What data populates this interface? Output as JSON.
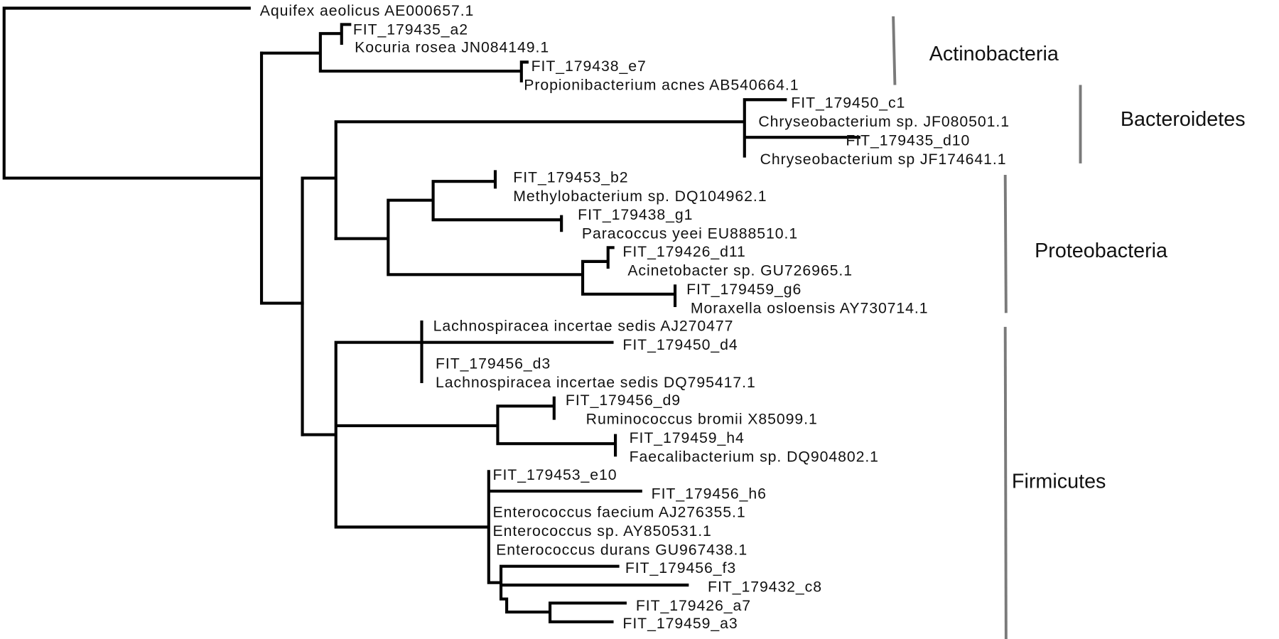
{
  "leaves": [
    "Aquifex aeolicus AE000657.1",
    "FIT_179435_a2",
    "Kocuria rosea JN084149.1",
    "FIT_179438_e7",
    "Propionibacterium acnes AB540664.1",
    "FIT_179450_c1",
    "Chryseobacterium sp. JF080501.1",
    "FIT_179435_d10",
    "Chryseobacterium sp JF174641.1",
    "FIT_179453_b2",
    "Methylobacterium sp. DQ104962.1",
    "FIT_179438_g1",
    "Paracoccus yeei EU888510.1",
    "FIT_179426_d11",
    "Acinetobacter sp. GU726965.1",
    "FIT_179459_g6",
    "Moraxella osloensis AY730714.1",
    "Lachnospiracea incertae sedis AJ270477",
    "FIT_179450_d4",
    "FIT_179456_d3",
    "Lachnospiracea incertae sedis DQ795417.1",
    "FIT_179456_d9",
    "Ruminococcus bromii X85099.1",
    "FIT_179459_h4",
    "Faecalibacterium sp. DQ904802.1",
    "FIT_179453_e10",
    "FIT_179456_h6",
    "Enterococcus faecium AJ276355.1",
    "Enterococcus sp. AY850531.1",
    "Enterococcus durans GU967438.1",
    "FIT_179456_f3",
    "FIT_179432_c8",
    "FIT_179426_a7",
    "FIT_179459_a3"
  ],
  "clades": {
    "actinobacteria": "Actinobacteria",
    "bacteroidetes": "Bacteroidetes",
    "proteobacteria": "Proteobacteria",
    "firmicutes": "Firmicutes"
  }
}
